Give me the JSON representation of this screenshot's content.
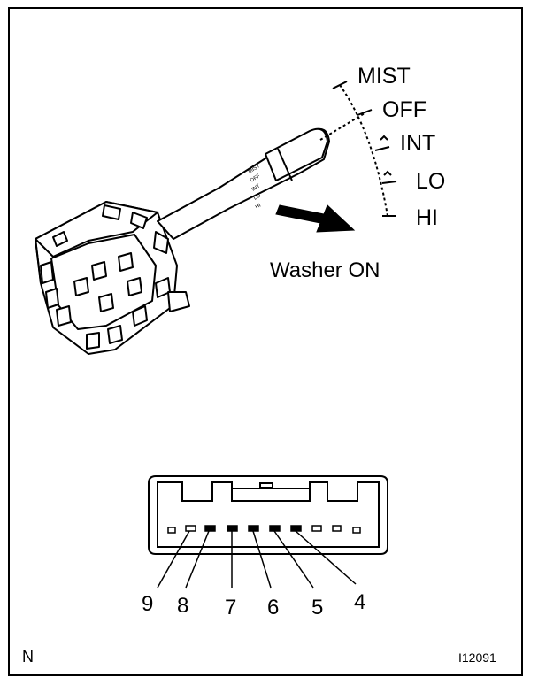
{
  "switch_positions": {
    "mist": "MIST",
    "off": "OFF",
    "int": "INT",
    "lo": "LO",
    "hi": "HI"
  },
  "washer_label": "Washer ON",
  "lever_markings": {
    "mist": "MIST",
    "off": "OFF",
    "int": "INT",
    "lo": "LO",
    "hi": "HI"
  },
  "connector_pins": [
    "9",
    "8",
    "7",
    "6",
    "5",
    "4"
  ],
  "footer": {
    "left_code": "N",
    "figure_id": "I12091"
  }
}
